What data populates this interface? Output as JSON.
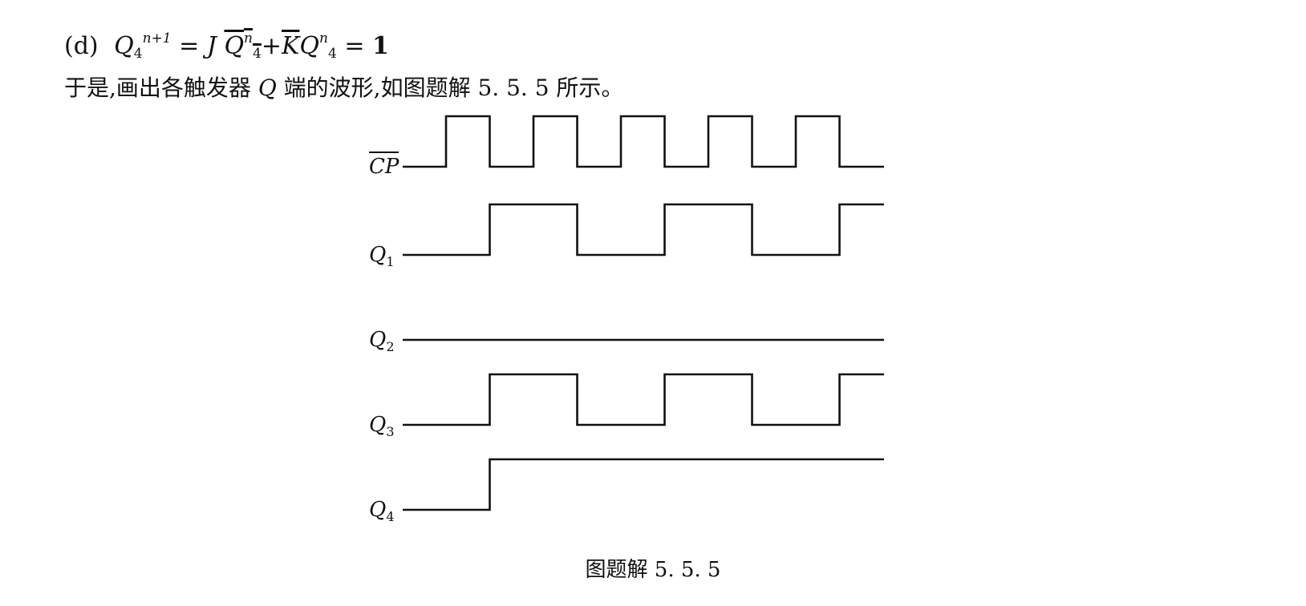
{
  "equation": {
    "tag": "(d)",
    "lhs_var": "Q",
    "lhs_sub": "4",
    "lhs_sup": "n+1",
    "eq1": "=",
    "j": "J",
    "q_bar_var": "Q",
    "q_bar_sub": "4",
    "q_bar_sup": "n",
    "plus": "+",
    "k_bar": "K",
    "q_var": "Q",
    "q_sub": "4",
    "q_sup": "n",
    "eq2": "=",
    "result": "1"
  },
  "explanation": {
    "before": "于是,画出各触发器 ",
    "q": "Q",
    "after": " 端的波形,如图题解 5. 5. 5 所示。"
  },
  "caption": "图题解 5. 5. 5",
  "signals": [
    {
      "label": "CP",
      "overline": true,
      "sub": "",
      "levels": [
        0,
        1,
        0,
        1,
        0,
        1,
        0,
        1,
        0,
        1,
        0
      ]
    },
    {
      "label": "Q",
      "overline": false,
      "sub": "1",
      "levels": [
        0,
        0,
        1,
        1,
        0,
        0,
        1,
        1,
        0,
        0,
        1
      ]
    },
    {
      "label": "Q",
      "overline": false,
      "sub": "2",
      "levels": [
        0,
        0,
        0,
        0,
        0,
        0,
        0,
        0,
        0,
        0,
        0
      ]
    },
    {
      "label": "Q",
      "overline": false,
      "sub": "3",
      "levels": [
        0,
        0,
        1,
        1,
        0,
        0,
        1,
        1,
        0,
        0,
        1
      ]
    },
    {
      "label": "Q",
      "overline": false,
      "sub": "4",
      "levels": [
        0,
        0,
        1,
        1,
        1,
        1,
        1,
        1,
        1,
        1,
        1
      ]
    }
  ]
}
